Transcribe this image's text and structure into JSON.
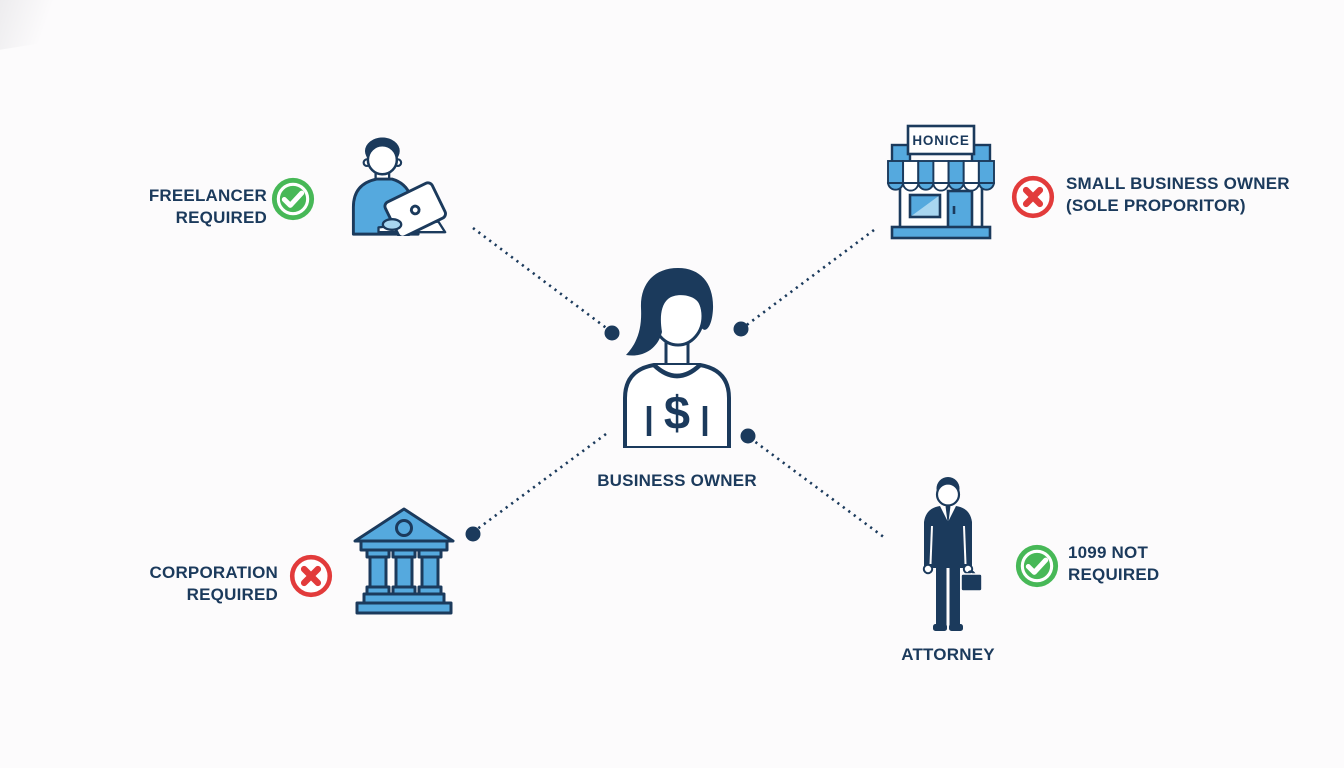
{
  "page": {
    "background_color": "#fcfbfc",
    "description_icons": {
      "center": "business-woman-icon",
      "top_left": "freelancer-laptop-icon",
      "top_right": "storefront-icon",
      "bottom_left": "bank-building-icon",
      "bottom_right": "attorney-icon",
      "status_positive": "check-icon",
      "status_negative": "cross-icon",
      "connector": "dotted-line-with-dot"
    }
  },
  "palette": {
    "navy": "#1b3a5c",
    "blue": "#55a9de",
    "light_blue": "#a8d6f0",
    "green": "#47b857",
    "red": "#e23b3b",
    "white": "#ffffff"
  },
  "center": {
    "label": "BUSINESS OWNER"
  },
  "nodes": {
    "freelancer": {
      "line1": "FREELANCER",
      "line2": "REQUIRED",
      "status_icon": "check-icon"
    },
    "small_business_owner": {
      "line1": "SMALL BUSINESS OWNER",
      "line2": "(SOLE PROPORITOR)",
      "status_icon": "cross-icon",
      "store_sign": "HONICE"
    },
    "corporation": {
      "line1": "CORPORATION",
      "line2": "REQUIRED",
      "status_icon": "cross-icon"
    },
    "attorney": {
      "line1": "1099 NOT",
      "line2": "REQUIRED",
      "caption": "ATTORNEY",
      "status_icon": "check-icon"
    }
  }
}
